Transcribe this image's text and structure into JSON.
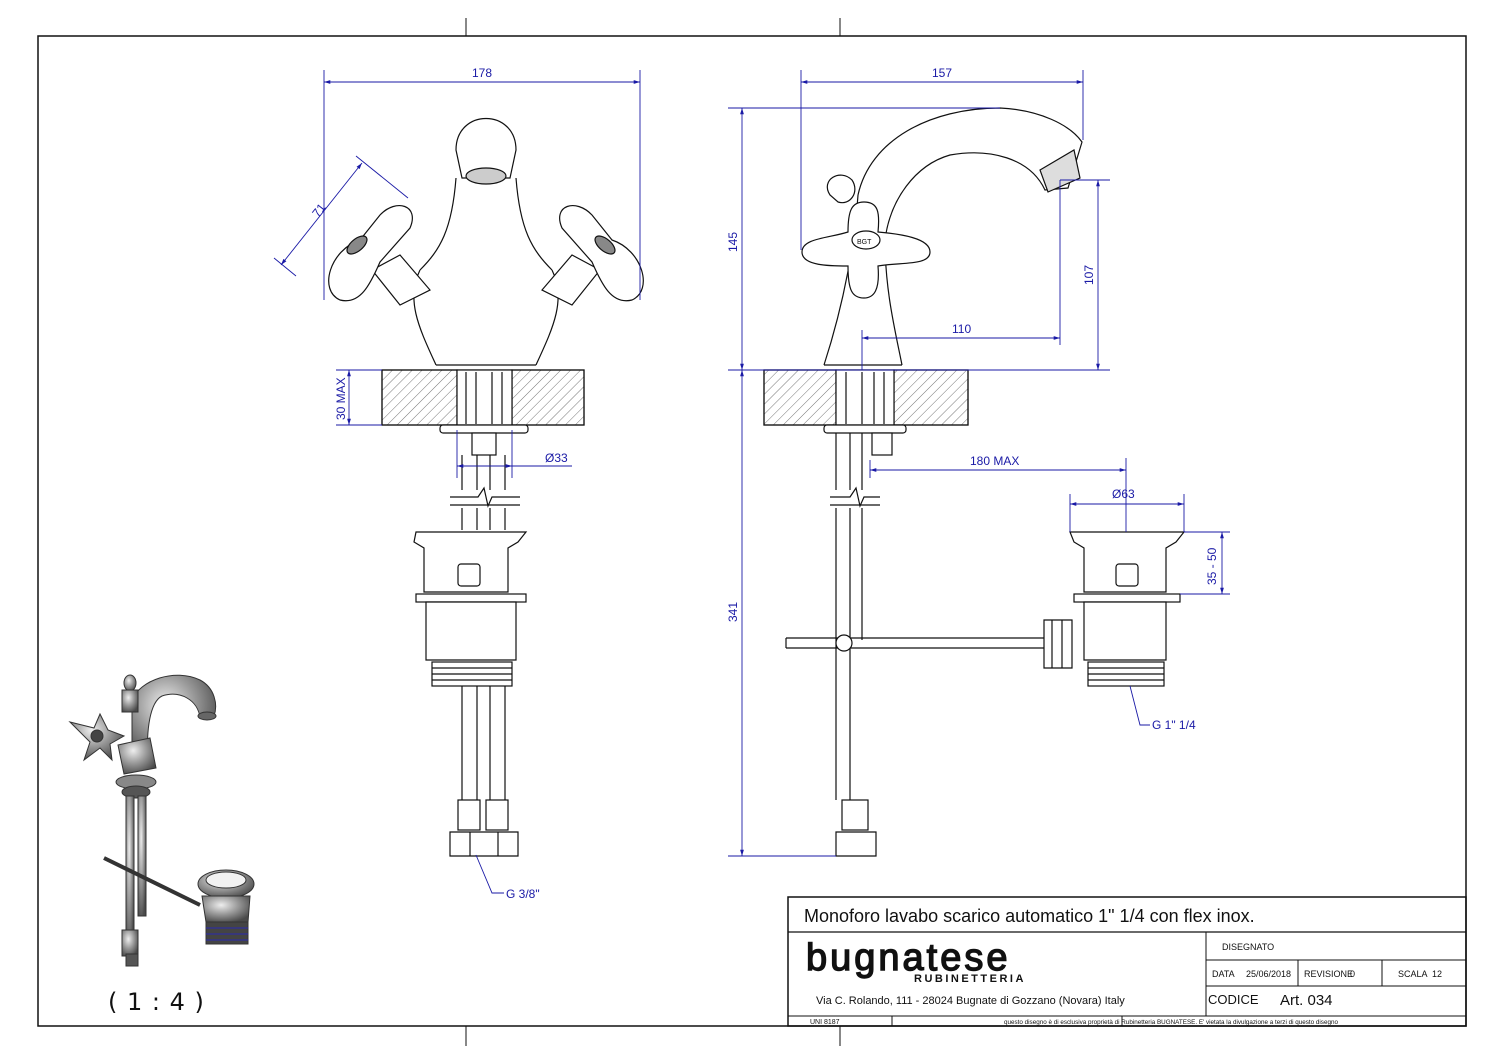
{
  "dimensions": {
    "front_width": "178",
    "handle_length": "71",
    "deck_max": "30 MAX",
    "shank_dia": "Ø33",
    "thread_flex": "G 3/8\"",
    "side_width": "157",
    "total_height_spout": "145",
    "spout_height": "107",
    "spout_reach": "110",
    "under_height": "341",
    "rod_max": "180 MAX",
    "waste_dia": "Ø63",
    "waste_range": "35 - 50",
    "waste_thread": "G 1\" 1/4"
  },
  "scale_label": "( 1 : 4 )",
  "title_block": {
    "title": "Monoforo lavabo scarico automatico 1\" 1/4 con flex inox.",
    "brand": "bugnatese",
    "brand_sub": "RUBINETTERIA",
    "address": "Via C. Rolando, 111 - 28024 Bugnate di Gozzano (Novara) Italy",
    "disegnato_label": "DISEGNATO",
    "data_label": "DATA",
    "data_value": "25/06/2018",
    "revisione_label": "REVISIONE",
    "revisione_value": "0",
    "scala_label": "SCALA",
    "scala_value": "12",
    "codice_label": "CODICE",
    "codice_value": "Art. 034",
    "uni": "UNI 8187",
    "disclaimer": "questo disegno è di esclusiva proprietà di Rubinetteria BUGNATESE. E' vietata la divulgazione a terzi di questo disegno"
  },
  "colors": {
    "line": "#111111",
    "dimension": "#1a1aa6",
    "hatch": "#666666"
  }
}
